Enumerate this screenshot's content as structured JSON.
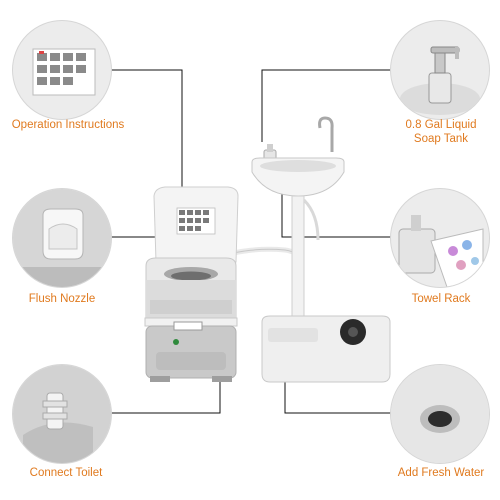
{
  "labels": {
    "operation_instructions": "Operation Instructions",
    "soap_tank_line1": "0.8 Gal Liquid",
    "soap_tank_line2": "Soap Tank",
    "flush_nozzle": "Flush Nozzle",
    "towel_rack": "Towel Rack",
    "connect_toilet": "Connect Toilet",
    "add_fresh_water": "Add Fresh Water"
  },
  "colors": {
    "label_orange": "#e07a1f",
    "connector_line": "#111111",
    "product_white": "#f2f2f2",
    "product_gray": "#bdbdbd",
    "callout_bg": "#ececec"
  },
  "icons": {
    "instructions_callout": "instruction-sheet-icon",
    "soap_callout": "soap-pump-icon",
    "flush_callout": "flush-nozzle-icon",
    "towel_callout": "towel-rack-icon",
    "toilet_callout": "hose-connector-icon",
    "water_callout": "water-inlet-icon"
  }
}
